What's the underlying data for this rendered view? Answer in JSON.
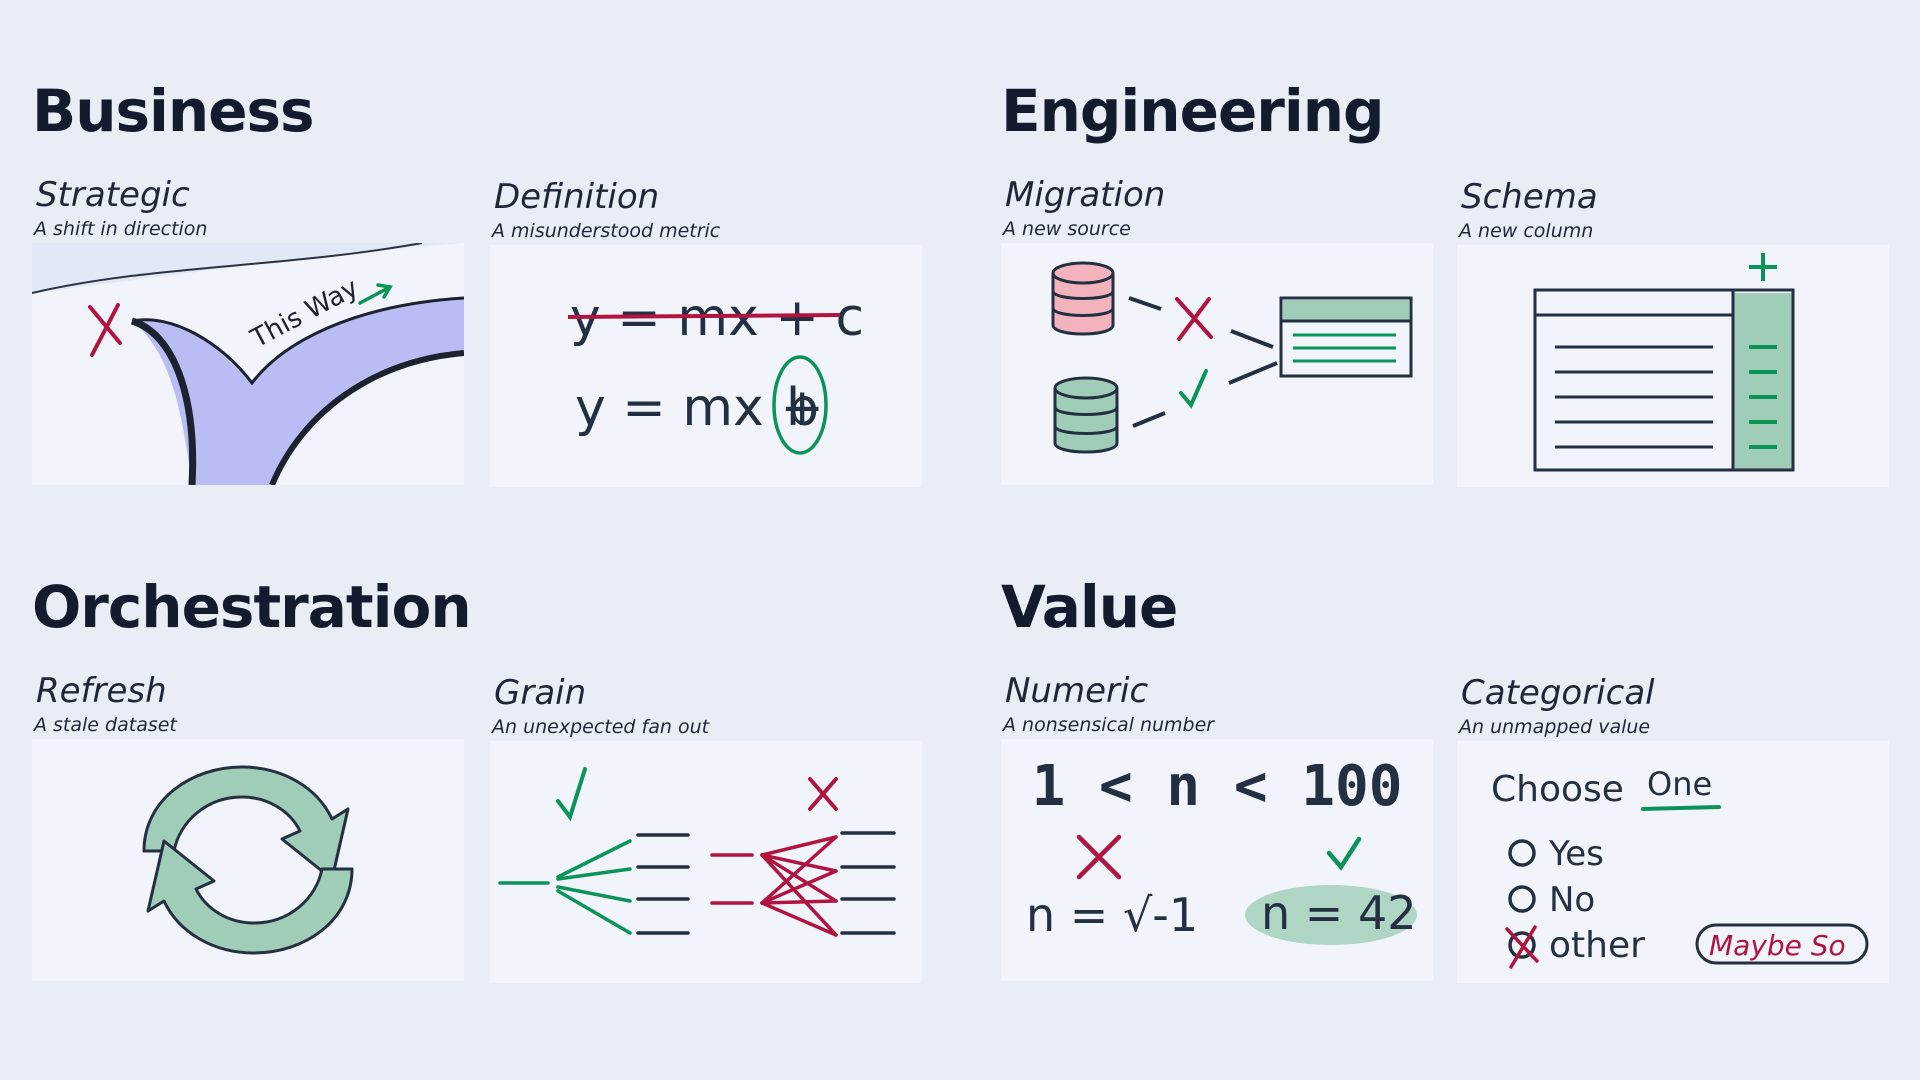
{
  "colors": {
    "background": "#e9edf6",
    "panel": "#f1f4fa",
    "ink": "#243041",
    "red": "#b0143f",
    "green": "#0a9458",
    "green_fill": "#9fcdb8",
    "blue_fill": "#b9bdf3",
    "pink_fill": "#f2b3bd"
  },
  "sections": {
    "business": {
      "title": "Business",
      "strategic": {
        "title": "Strategic",
        "subtitle": "A shift in direction",
        "road_label": "This Way"
      },
      "definition": {
        "title": "Definition",
        "subtitle": "A misunderstood metric",
        "wrong_formula": "y = mx + c",
        "right_formula": "y = mx +",
        "highlight": "b"
      }
    },
    "engineering": {
      "title": "Engineering",
      "migration": {
        "title": "Migration",
        "subtitle": "A new source"
      },
      "schema": {
        "title": "Schema",
        "subtitle": "A new column"
      }
    },
    "orchestration": {
      "title": "Orchestration",
      "refresh": {
        "title": "Refresh",
        "subtitle": "A stale dataset"
      },
      "grain": {
        "title": "Grain",
        "subtitle": "An unexpected fan out"
      }
    },
    "value": {
      "title": "Value",
      "numeric": {
        "title": "Numeric",
        "subtitle": "A nonsensical number",
        "range": "1 < n < 100",
        "bad_value": "n = √-1",
        "good_value": "n = 42"
      },
      "categorical": {
        "title": "Categorical",
        "subtitle": "An unmapped value",
        "prompt_prefix": "Choose",
        "prompt_emphasis": "One",
        "options": [
          "Yes",
          "No",
          "other"
        ],
        "freeform_value": "Maybe So"
      }
    }
  }
}
